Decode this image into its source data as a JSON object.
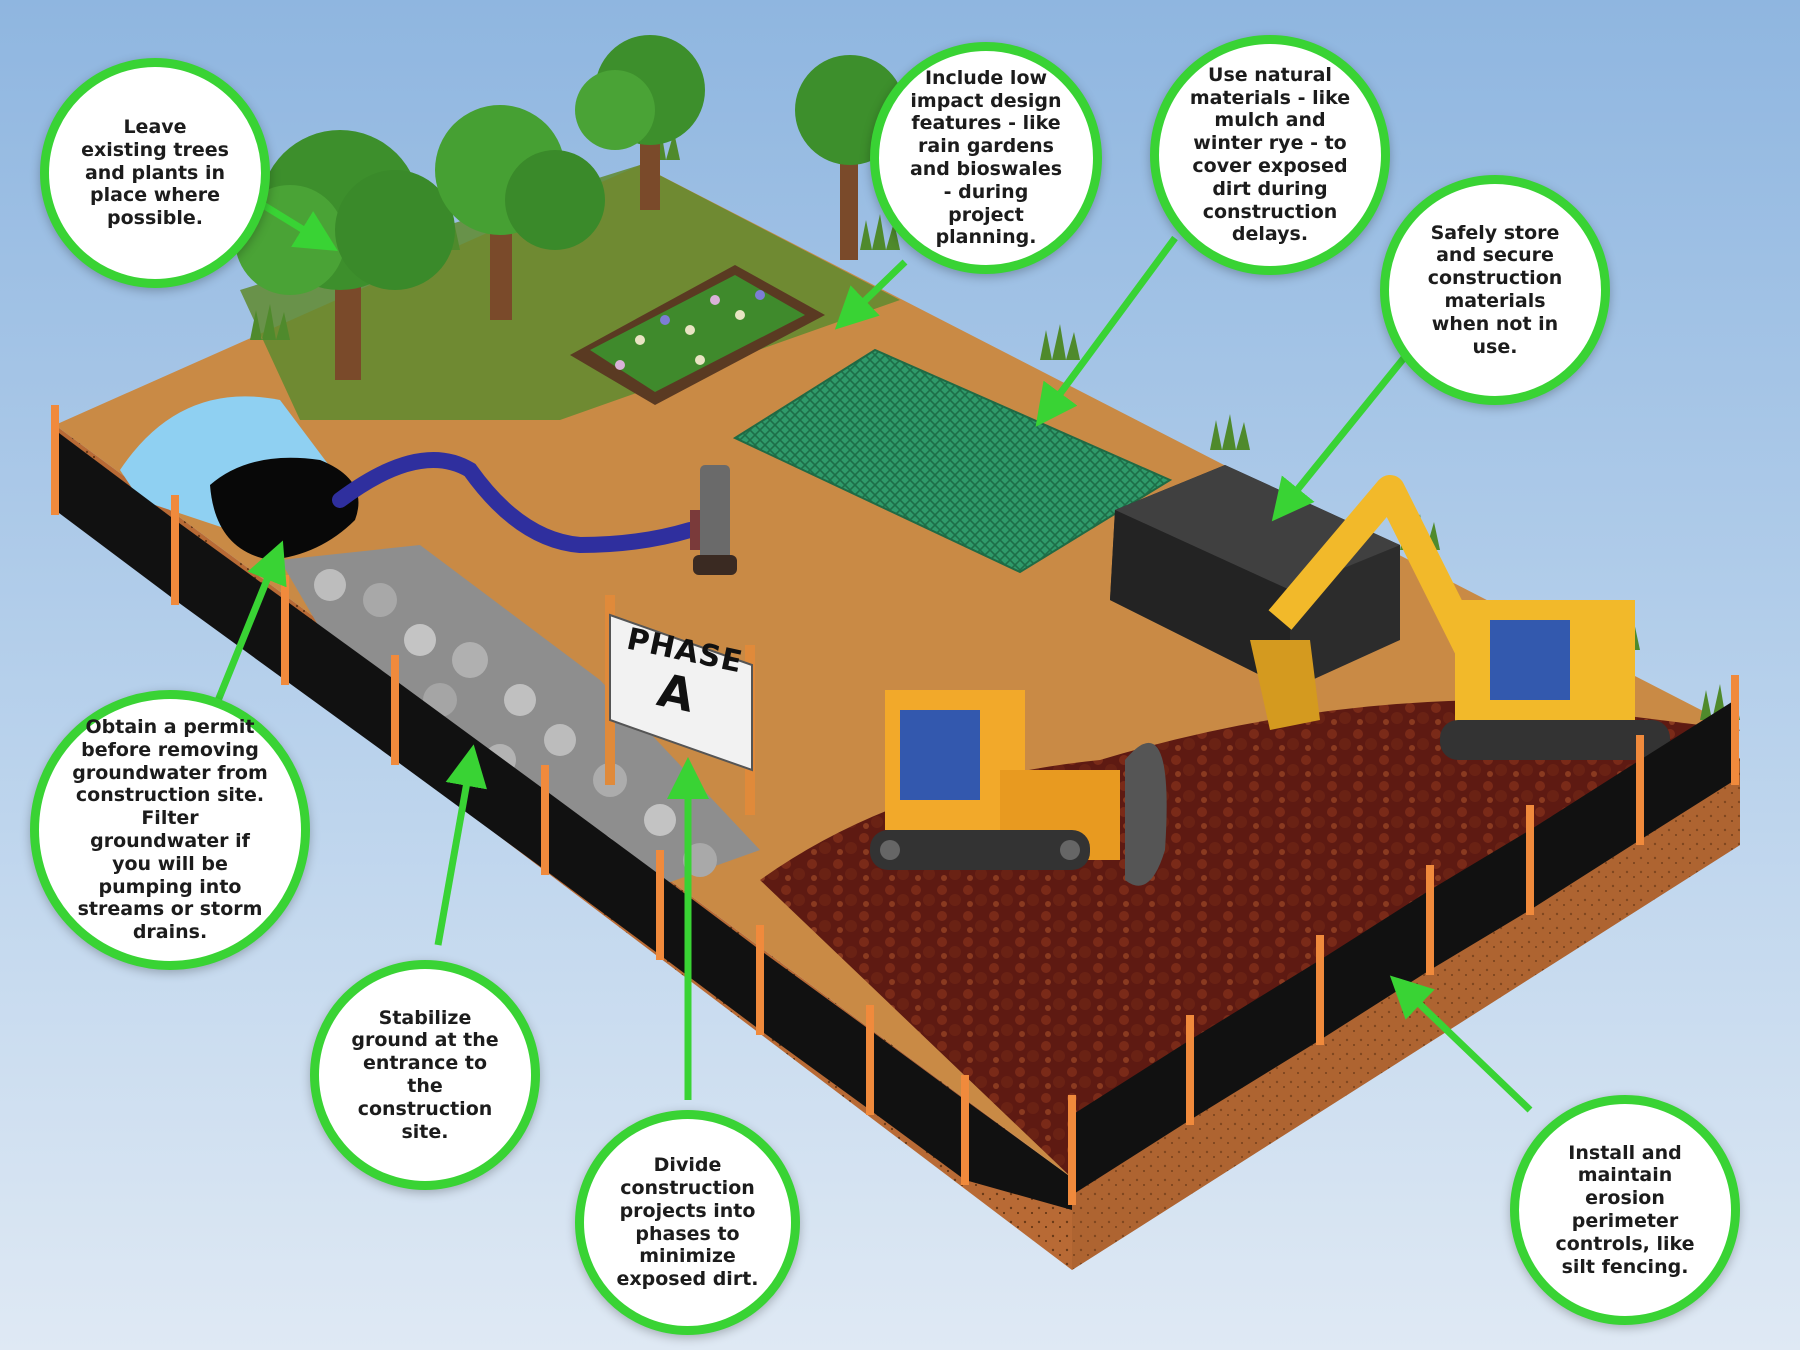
{
  "sign": {
    "line1": "PHASE",
    "line2": "A"
  },
  "callouts": {
    "trees": "Leave existing trees and plants in place where possible.",
    "low_impact": "Include low impact design features - like rain gardens and bioswales - during project planning.",
    "natural_materials": "Use natural materials - like mulch and winter rye - to cover exposed dirt during construction delays.",
    "store_materials": "Safely store and secure construction materials when not in use.",
    "groundwater": "Obtain a permit before removing groundwater from construction site. Filter groundwater if you will be pumping into streams or storm drains.",
    "stabilize": "Stabilize ground at the entrance to the construction site.",
    "phases": "Divide construction projects into phases to minimize exposed dirt.",
    "perimeter": "Install and maintain erosion perimeter controls, like silt fencing."
  },
  "colors": {
    "callout_border": "#39d334",
    "arrow": "#39d334",
    "dirt": "#c98a45",
    "grass": "#4f8a2c",
    "silt_fence": "#111111",
    "fence_post": "#f08a3c",
    "machine_yellow": "#f2a92a"
  }
}
